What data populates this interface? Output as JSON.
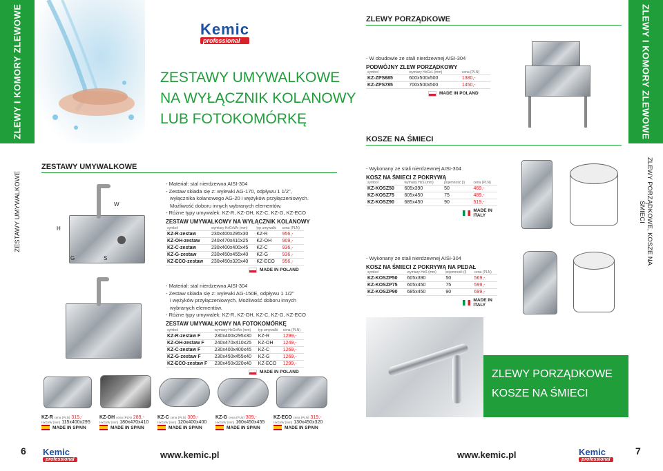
{
  "left_tab": "ZLEWY I KOMORY ZLEWOWE",
  "left_tab_small": "ZESTAWY UMYWALKOWE",
  "right_tab": "ZLEWY I KOMORY ZLEWOWE",
  "right_tab_small": "ZLEWY PORZĄDKOWE, KOSZE NA ŚMIECI",
  "brand": {
    "name": "Kemic",
    "sub": "professional"
  },
  "hero_title": [
    "ZESTAWY UMYWALKOWE",
    "NA WYŁĄCZNIK KOLANOWY",
    "LUB FOTOKOMÓRKĘ"
  ],
  "section_left": "ZESTAWY UMYWALKOWE",
  "dim_labels": {
    "w": "W",
    "h": "H",
    "g": "G",
    "s": "S"
  },
  "knee": {
    "bullets": [
      "- Materiał: stal nierdzewna AISI-304",
      "- Zestaw składa się z: wylewki AG-170, odpływu 1 1/2\",",
      "  wyłącznika kolanowego AG-20 i wężyków przyłączeniowych.",
      "  Możliwość doboru innych wybranych elementów.",
      "- Różne typy umywalek: KZ-R, KZ-OH, KZ-C, KZ-G, KZ-ECO"
    ],
    "subtitle": "ZESTAW UMYWALKOWY NA WYŁĄCZNIK KOLANOWY",
    "headers": [
      "symbol",
      "wymiary HxGxWx (mm)",
      "typ umywalki",
      "cena (PLN)"
    ],
    "rows": [
      [
        "KZ-R-zestaw",
        "230x400x295x30",
        "KZ-R",
        "956,-"
      ],
      [
        "KZ-OH-zestaw",
        "240x470x410x25",
        "KZ-OH",
        "909,-"
      ],
      [
        "KZ-C-zestaw",
        "230x400x400x45",
        "KZ-C",
        "936,-"
      ],
      [
        "KZ-G-zestaw",
        "230x450x455x40",
        "KZ-G",
        "936,-"
      ],
      [
        "KZ-ECO-zestaw",
        "230x450x320x40",
        "KZ-ECO",
        "956,-"
      ]
    ],
    "made": "MADE IN POLAND"
  },
  "photo": {
    "bullets": [
      "- Materiał: stal nierdzewna AISI-304",
      "- Zestaw składa się z: wylewki AG-150E, odpływu 1 1/2\"",
      "  i wężyków przyłączeniowych. Możliwość doboru innych",
      "  wybranych elementów.",
      "- Różne typy umywalek: KZ-R, KZ-OH, KZ-C, KZ-G, KZ-ECO"
    ],
    "subtitle": "ZESTAW UMYWALKOWY NA FOTOKOMÓRKĘ",
    "headers": [
      "symbol",
      "wymiary HxGxWx (mm)",
      "typ umywalki",
      "cena (PLN)"
    ],
    "rows": [
      [
        "KZ-R-zestaw F",
        "230x400x295x30",
        "KZ-R",
        "1299,-"
      ],
      [
        "KZ-OH-zestaw F",
        "240x470x410x25",
        "KZ-OH",
        "1249,-"
      ],
      [
        "KZ-C-zestaw F",
        "230x400x400x45",
        "KZ-C",
        "1269,-"
      ],
      [
        "KZ-G-zestaw F",
        "230x450x455x40",
        "KZ-G",
        "1269,-"
      ],
      [
        "KZ-ECO-zestaw F",
        "230x450x320x40",
        "KZ-ECO",
        "1299,-"
      ]
    ],
    "made": "MADE IN POLAND"
  },
  "sinks": [
    {
      "sym": "KZ-R",
      "price_lbl": "cena (PLN)",
      "price": "315,-",
      "dim_lbl": "HxGxW (mm)",
      "dim": "115x400x295",
      "made": "MADE IN SPAIN"
    },
    {
      "sym": "KZ-OH",
      "price_lbl": "cena (PLN)",
      "price": "289,-",
      "dim_lbl": "HxGxW (mm)",
      "dim": "180x470x410",
      "made": "MADE IN SPAIN"
    },
    {
      "sym": "KZ-C",
      "price_lbl": "cena (PLN)",
      "price": "309,-",
      "dim_lbl": "HxGxW (mm)",
      "dim": "120x400x400",
      "made": "MADE IN SPAIN"
    },
    {
      "sym": "KZ-G",
      "price_lbl": "cena (PLN)",
      "price": "309,-",
      "dim_lbl": "HxGxW (mm)",
      "dim": "160x450x455",
      "made": "MADE IN SPAIN"
    },
    {
      "sym": "KZ-ECO",
      "price_lbl": "cena (PLN)",
      "price": "319,-",
      "dim_lbl": "HxGxW (mm)",
      "dim": "130x450x320",
      "made": "MADE IN SPAIN"
    }
  ],
  "page_left": "6",
  "page_right": "7",
  "url": "www.kemic.pl",
  "zlewy": {
    "heading": "ZLEWY PORZĄDKOWE",
    "note": "- W obudowie ze stali nierdzewnej AISI-304",
    "subtitle": "PODWÓJNY ZLEW PORZĄDKOWY",
    "headers": [
      "symbol",
      "wymiary HxGxL (mm)",
      "cena (PLN)"
    ],
    "rows": [
      [
        "KZ-ZPS685",
        "600x500x500",
        "1380,-"
      ],
      [
        "KZ-ZPS785",
        "700x500x500",
        "1450,-"
      ]
    ],
    "made": "MADE IN POLAND"
  },
  "kosze": {
    "heading": "KOSZE NA ŚMIECI",
    "a": {
      "note": "- Wykonany ze stali nierdzewnej AISI-304",
      "subtitle": "KOSZ NA ŚMIECI Z POKRYWĄ",
      "headers": [
        "symbol",
        "wymiary HxS (mm)",
        "pojemność (l)",
        "cena (PLN)"
      ],
      "rows": [
        [
          "KZ-KOSZ50",
          "605x390",
          "50",
          "469,-"
        ],
        [
          "KZ-KOSZ75",
          "605x450",
          "75",
          "489,-"
        ],
        [
          "KZ-KOSZ90",
          "685x450",
          "90",
          "519,-"
        ]
      ],
      "made": "MADE IN ITALY"
    },
    "b": {
      "note": "- Wykonany ze stali nierdzewnej AISI-304",
      "subtitle": "KOSZ NA ŚMIECI Z POKRYWĄ NA PEDAŁ",
      "headers": [
        "symbol",
        "wymiary HxS (mm)",
        "pojemność (l)",
        "cena (PLN)"
      ],
      "rows": [
        [
          "KZ-KOSZP50",
          "605x390",
          "50",
          "569,-"
        ],
        [
          "KZ-KOSZP75",
          "605x450",
          "75",
          "599,-"
        ],
        [
          "KZ-KOSZP90",
          "685x450",
          "90",
          "699,-"
        ]
      ],
      "made": "MADE IN ITALY"
    }
  },
  "green_banner": [
    "ZLEWY PORZĄDKOWE",
    "KOSZE NA ŚMIECI"
  ],
  "colors": {
    "brand_green": "#1f9e3a",
    "price_red": "#d8232a",
    "logo_blue": "#1e4fa0"
  }
}
